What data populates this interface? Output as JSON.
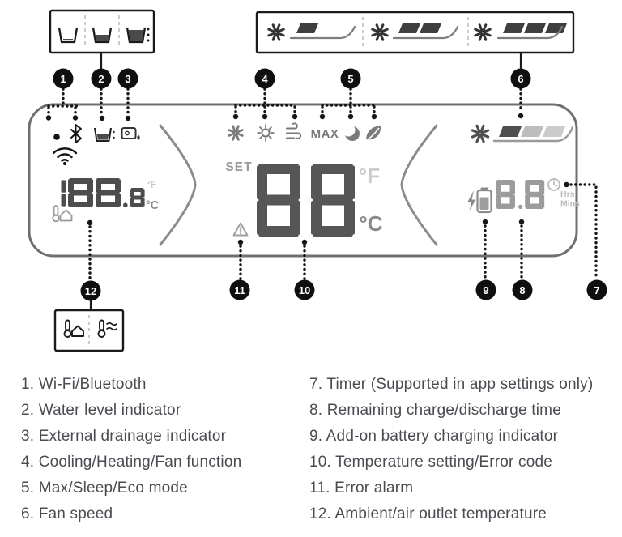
{
  "callouts": [
    "1",
    "2",
    "3",
    "4",
    "5",
    "6",
    "7",
    "8",
    "9",
    "10",
    "11",
    "12"
  ],
  "display": {
    "set_label": "SET",
    "set_temp": "88",
    "deg_f": "°F",
    "deg_c": "°C",
    "ambient_temp": "188.8",
    "battery_time": "8.8",
    "max_label": "MAX",
    "hrs_label": "Hrs",
    "mins_label": "Mins"
  },
  "icons": {
    "water_levels": [
      "water-tank-empty",
      "water-tank-half",
      "water-tank-full"
    ],
    "fan_speeds": [
      "fan-speed-low",
      "fan-speed-mid",
      "fan-speed-high"
    ],
    "status": [
      "status-dot",
      "bluetooth",
      "water-tank",
      "external-drainage",
      "wifi"
    ],
    "modes": [
      "cooling-snowflake",
      "heating-sun",
      "fan-wind",
      "max",
      "sleep-moon",
      "eco-leaf"
    ],
    "right_side": [
      "fan-speed-indicator",
      "battery-charging",
      "timer-clock"
    ],
    "alerts": [
      "error-alarm-triangle"
    ],
    "bottom": [
      "thermometer-ambient-house",
      "thermometer-air-outlet"
    ]
  },
  "colors": {
    "outline": "#1a1a1a",
    "panel_border": "#6f6f6f",
    "callout_bg": "#0f0f0f",
    "digit_dark": "#4d4d4d",
    "digit_set": "#565656",
    "digit_light": "#9c9c9c",
    "icon_gray": "#7a7a7a",
    "unit_light": "#c9c9c9",
    "unit_mid": "#8a8a8a",
    "legend_text": "#4b4c52"
  },
  "legend": {
    "left": [
      "1. Wi-Fi/Bluetooth",
      "2. Water level indicator",
      "3. External drainage indicator",
      "4. Cooling/Heating/Fan function",
      "5. Max/Sleep/Eco mode",
      "6. Fan speed"
    ],
    "right": [
      "7. Timer (Supported in app settings only)",
      "8. Remaining charge/discharge time",
      "9. Add-on battery charging indicator",
      "10. Temperature setting/Error code",
      "11. Error alarm",
      "12. Ambient/air outlet temperature"
    ]
  }
}
